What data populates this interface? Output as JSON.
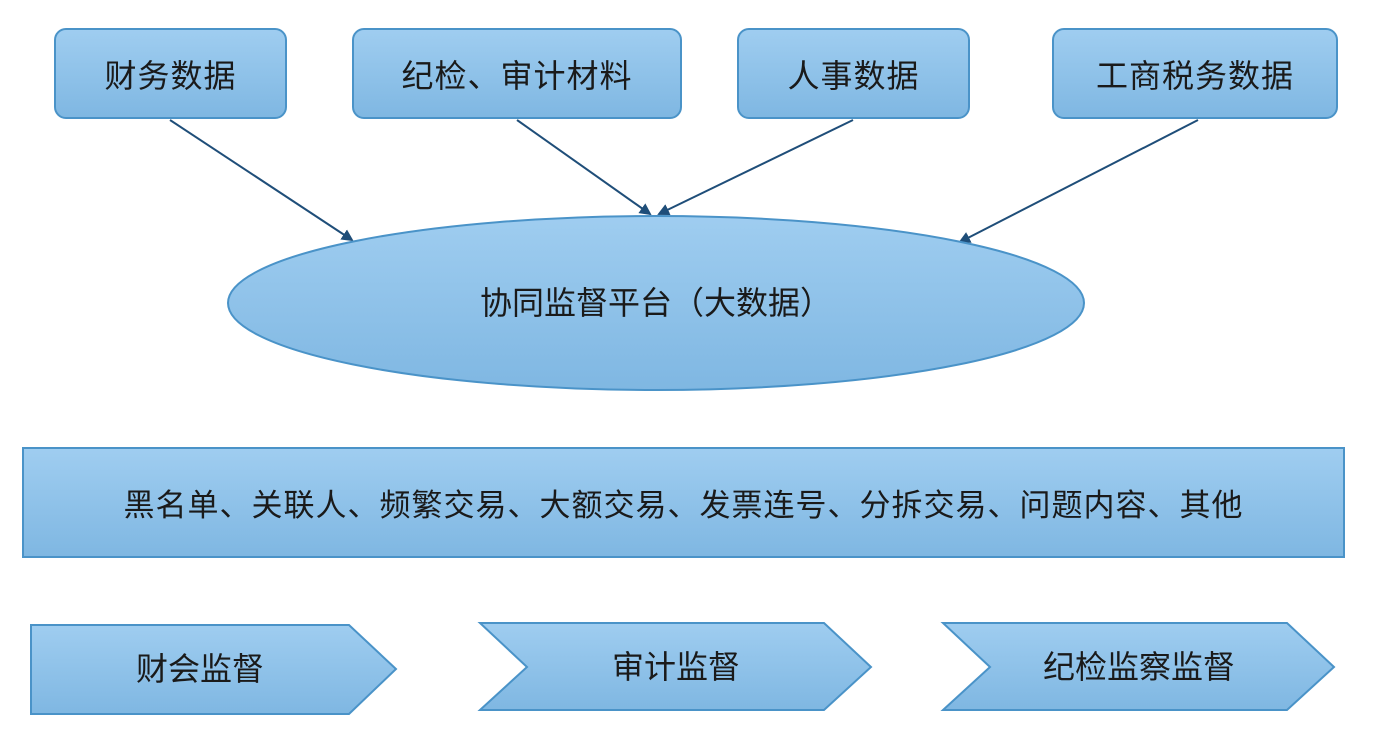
{
  "sources": [
    {
      "label": "财务数据"
    },
    {
      "label": "纪检、审计材料"
    },
    {
      "label": "人事数据"
    },
    {
      "label": "工商税务数据"
    }
  ],
  "platform": {
    "label": "协同监督平台（大数据）"
  },
  "indicators": {
    "label": "黑名单、关联人、频繁交易、大额交易、发票连号、分拆交易、问题内容、其他"
  },
  "supervision": [
    {
      "label": "财会监督"
    },
    {
      "label": "审计监督"
    },
    {
      "label": "纪检监察监督"
    }
  ],
  "colors": {
    "fill_top": "#9fcdf0",
    "fill_bottom": "#7fb7e2",
    "border": "#4a93c8",
    "arrow": "#1f4e79"
  }
}
